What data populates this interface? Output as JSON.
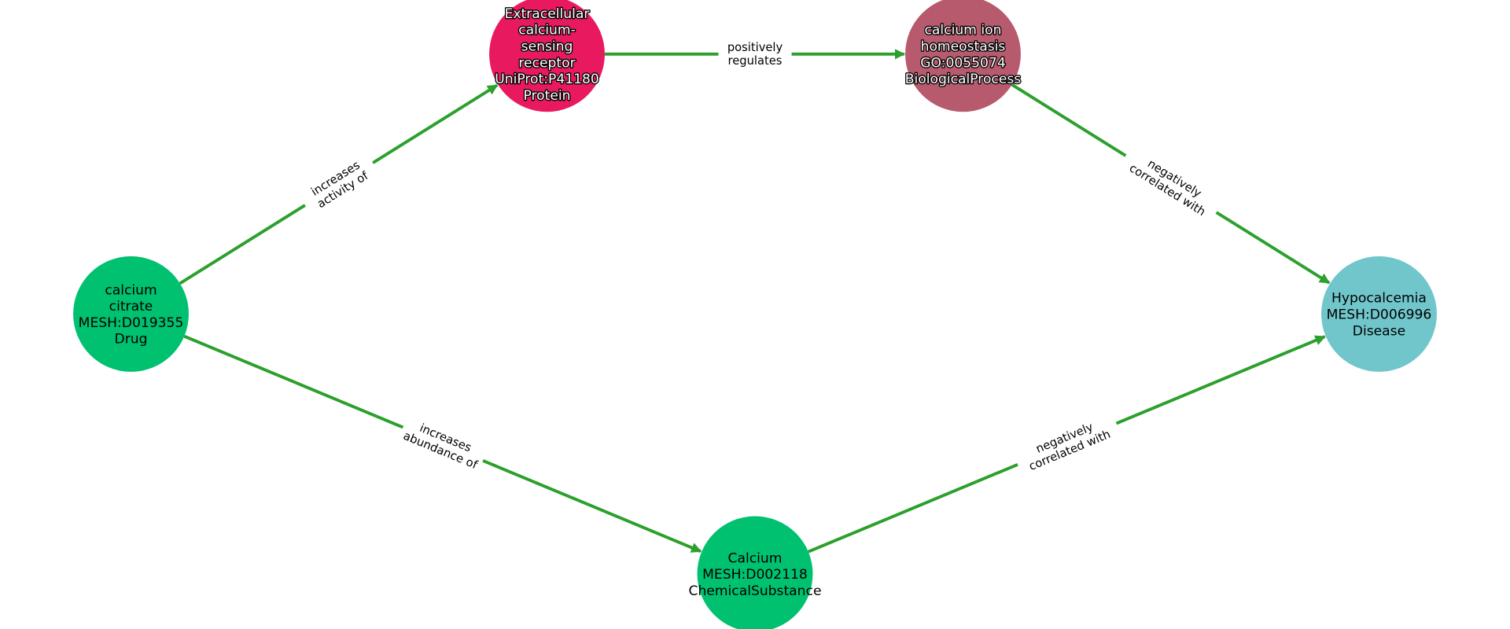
{
  "colors": {
    "edge": "#2ca02c",
    "label_bg": "#ffffff"
  },
  "nodes": [
    {
      "id": "citrate",
      "lines": [
        "calcium",
        "citrate",
        "MESH:D019355",
        "Drug"
      ],
      "color": "#00c170",
      "outlined": false
    },
    {
      "id": "receptor",
      "lines": [
        "Extracellular",
        "calcium-",
        "sensing",
        "receptor",
        "UniProt:P41180",
        "Protein"
      ],
      "color": "#e8195f",
      "outlined": true
    },
    {
      "id": "homeostasis",
      "lines": [
        "calcium ion",
        "homeostasis",
        "GO:0055074",
        "BiologicalProcess"
      ],
      "color": "#b85a6e",
      "outlined": true
    },
    {
      "id": "hypocalcemia",
      "lines": [
        "Hypocalcemia",
        "MESH:D006996",
        "Disease"
      ],
      "color": "#70c6cb",
      "outlined": false
    },
    {
      "id": "calcium",
      "lines": [
        "Calcium",
        "MESH:D002118",
        "ChemicalSubstance"
      ],
      "color": "#00c170",
      "outlined": false
    }
  ],
  "edges": [
    {
      "source": "citrate",
      "target": "receptor",
      "label": [
        "increases",
        "activity of"
      ]
    },
    {
      "source": "receptor",
      "target": "homeostasis",
      "label": [
        "positively",
        "regulates"
      ]
    },
    {
      "source": "homeostasis",
      "target": "hypocalcemia",
      "label": [
        "negatively",
        "correlated with"
      ]
    },
    {
      "source": "citrate",
      "target": "calcium",
      "label": [
        "increases",
        "abundance of"
      ]
    },
    {
      "source": "calcium",
      "target": "hypocalcemia",
      "label": [
        "negatively",
        "correlated with"
      ]
    }
  ]
}
